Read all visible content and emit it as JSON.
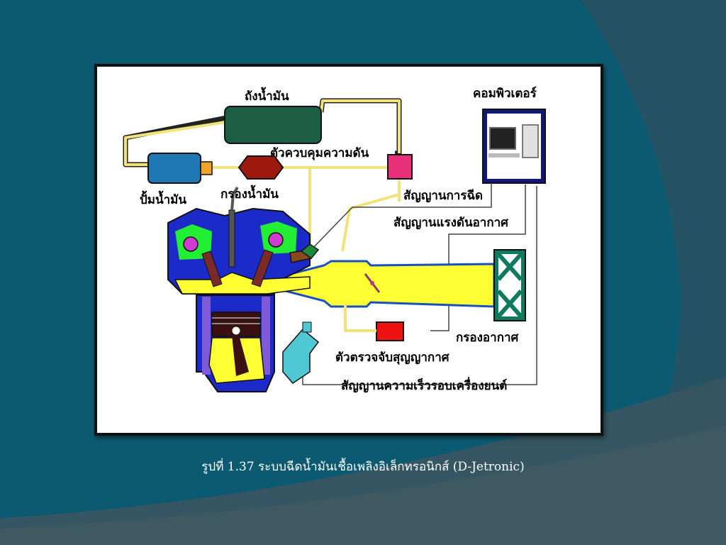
{
  "diagram": {
    "labels": {
      "fuel_tank": "ถังน้ำมัน",
      "computer": "คอมพิวเตอร์",
      "pressure_regulator": "ตัวควบคุมความดัน",
      "fuel_pump": "ปั้มน้ำมัน",
      "fuel_filter": "กรองน้ำมัน",
      "injection_signal": "สัญญานการฉีด",
      "air_pressure_signal": "สัญญานแรงดันอากาศ",
      "air_filter": "กรองอากาศ",
      "air_sensor": "ตัวตรวจจับสุญญากาศ",
      "engine_speed_signal": "สัญญานความเร็วรอบเครื่องยนต์"
    }
  },
  "caption": "รูปที่ 1.37 ระบบฉีดน้ำมันเชื้อเพลิงอิเล็กทรอนิกส์ (D-Jetronic)",
  "colors": {
    "background": "#0c5a72",
    "fuel_line": "#f2e27a",
    "intake": "#ffff33",
    "tank": "#1d5e44",
    "pump": "#1f78b4",
    "filter": "#9e1a0e",
    "regulator": "#e8307a",
    "sensor": "#ee1111",
    "computer_frame": "#12157a",
    "engine_blue": "#2146c9",
    "engine_green": "#22ee33"
  }
}
